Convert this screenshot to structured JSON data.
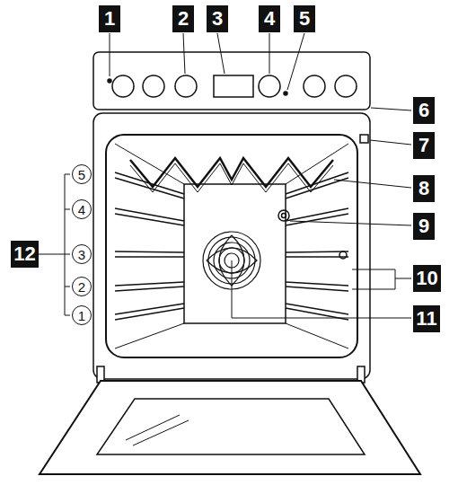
{
  "diagram": {
    "labels": [
      "1",
      "2",
      "3",
      "4",
      "5",
      "6",
      "7",
      "8",
      "9",
      "10",
      "11",
      "12",
      "5",
      "4",
      "3",
      "2",
      "1"
    ]
  }
}
